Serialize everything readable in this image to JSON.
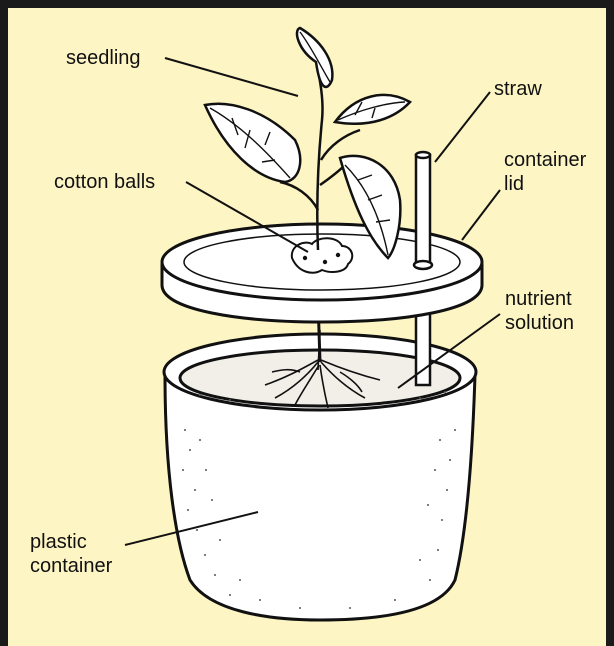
{
  "colors": {
    "background": "#fdf5c4",
    "border": "#1a1a1a",
    "ink": "#111111",
    "container_fill": "#ffffff",
    "solution_fill": "#f1efe8"
  },
  "labels": {
    "seedling": "seedling",
    "straw": "straw",
    "container_lid": [
      "container",
      "lid"
    ],
    "cotton_balls": "cotton balls",
    "nutrient_solution": [
      "nutrient",
      "solution"
    ],
    "plastic_container": [
      "plastic",
      "container"
    ]
  }
}
